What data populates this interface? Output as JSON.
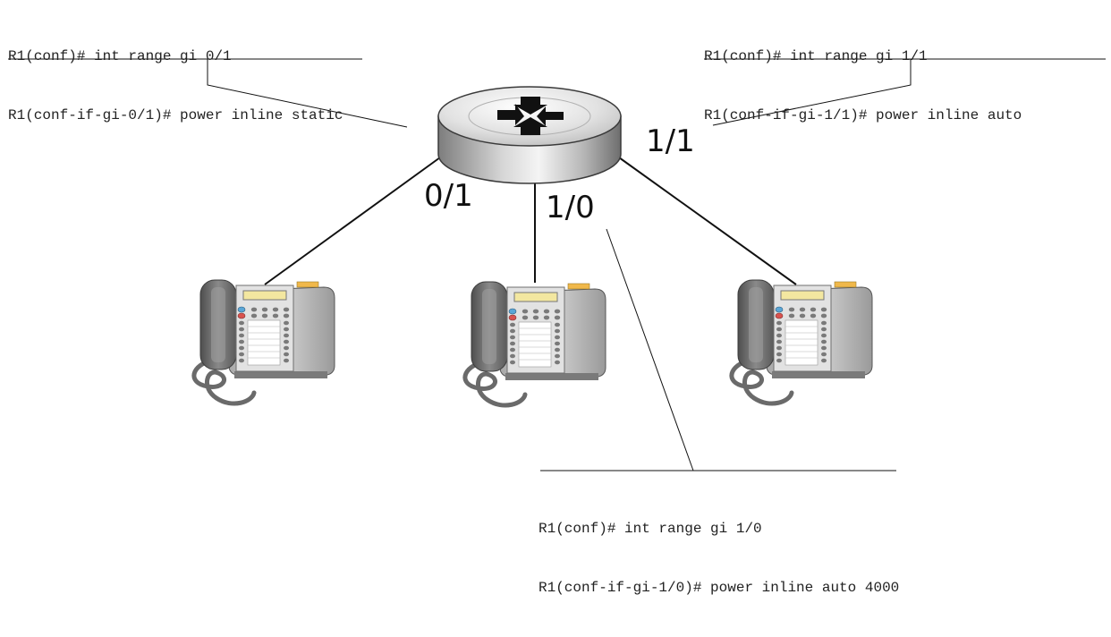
{
  "colors": {
    "line": "#111111",
    "router_top_light": "#f2f2f2",
    "router_body_dark": "#8a8a8a",
    "phone_body": "#bdbdbd",
    "phone_shadow": "#5c5c5c",
    "phone_display": "#f3e7a0",
    "phone_led": "#f0b84a",
    "button_blue": "#5aa6d6",
    "button_red": "#d9534f"
  },
  "annotations": {
    "top_left": {
      "lines": [
        "R1(conf)# int range gi 0/1",
        "R1(conf-if-gi-0/1)# power inline static"
      ]
    },
    "top_right": {
      "lines": [
        "R1(conf)# int range gi 1/1",
        "R1(conf-if-gi-1/1)# power inline auto"
      ]
    },
    "bottom": {
      "lines": [
        "R1(conf)# int range gi 1/0",
        "R1(conf-if-gi-1/0)# power inline auto 4000"
      ]
    }
  },
  "ports": {
    "left": "0/1",
    "middle": "1/0",
    "right": "1/1"
  },
  "icons": {
    "router": "router-icon",
    "phone": "ip-phone-icon"
  }
}
